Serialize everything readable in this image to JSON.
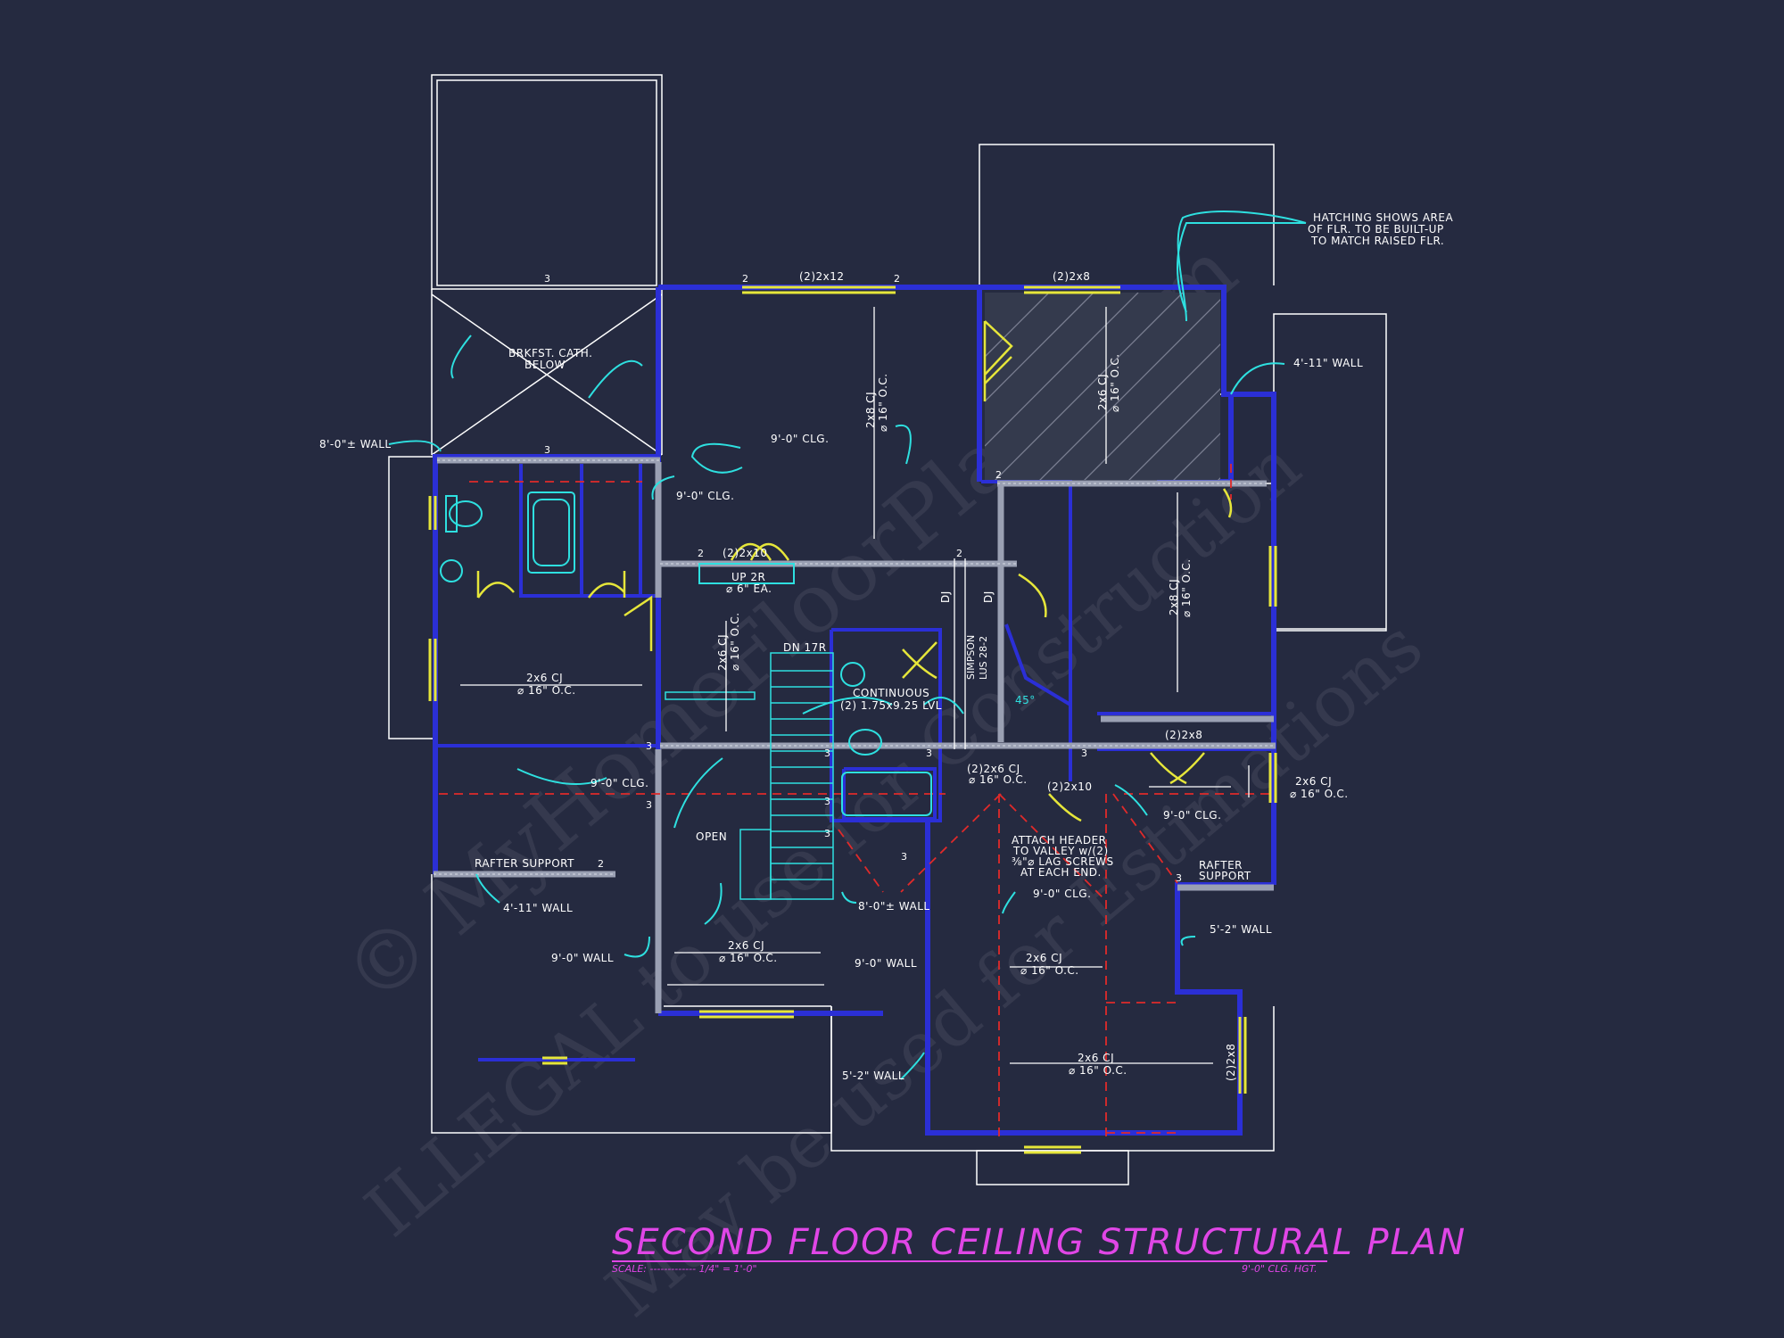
{
  "title": "SECOND FLOOR CEILING STRUCTURAL PLAN",
  "scale_label": "SCALE: ------------- 1/4\" = 1'-0\"",
  "ceiling_height": "9'-0\" CLG. HGT.",
  "watermark": {
    "line1": "© MyHomeFloorPlans.com",
    "line2": "ILLEGAL to use for Construction",
    "line3": "May be used for Estimations"
  },
  "notes": {
    "hatching": [
      "HATCHING SHOWS AREA",
      "OF FLR. TO BE BUILT-UP",
      "TO MATCH RAISED FLR."
    ],
    "brkfst": [
      "BRKFST. CATH.",
      "BELOW"
    ],
    "continuous": [
      "CONTINUOUS",
      "(2) 1.75x9.25 LVL"
    ],
    "attach_header": [
      "ATTACH HEADER",
      "TO VALLEY w/(2)",
      "⅜\"⌀ LAG SCREWS",
      "AT EACH END."
    ],
    "simpson": [
      "SIMPSON",
      "LUS 28-2"
    ],
    "rafter_support_left": "RAFTER SUPPORT",
    "rafter_support_right": [
      "RAFTER",
      "SUPPORT"
    ],
    "open": "OPEN",
    "up_2r": [
      "UP 2R",
      "⌀ 6\" EA."
    ],
    "dn_17r": "DN 17R",
    "angle_45": "45°"
  },
  "walls": {
    "w_8_0_left": "8'-0\"± WALL",
    "w_4_11_top": "4'-11\" WALL",
    "w_4_11_left": "4'-11\" WALL",
    "w_9_0_left": "9'-0\" WALL",
    "w_9_0_mid": "9'-0\" WALL",
    "w_8_0_mid": "8'-0\"± WALL",
    "w_5_2_bottom": "5'-2\" WALL",
    "w_5_2_right": "5'-2\" WALL"
  },
  "ceilings": {
    "clg_top_mid": "9'-0\" CLG.",
    "clg_bath": "9'-0\" CLG.",
    "clg_left": "9'-0\" CLG.",
    "clg_right": "9'-0\" CLG.",
    "clg_bottom_right": "9'-0\" CLG."
  },
  "joists": {
    "cj_2x8_top": [
      "2x8 CJ",
      "⌀ 16\" O.C."
    ],
    "cj_2x6_hatch": [
      "2x6 CJ",
      "⌀ 16\" O.C."
    ],
    "cj_2x8_right": [
      "2x8 CJ",
      "⌀ 16\" O.C."
    ],
    "cj_2x6_left": [
      "2x6 CJ",
      "⌀ 16\" O.C."
    ],
    "cj_2x6_stair": [
      "2x6 CJ",
      "⌀ 16\" O.C."
    ],
    "cj_2x6_bottom_mid": [
      "2x6 CJ",
      "⌀ 16\" O.C."
    ],
    "cj_2x6_bottom_right1": [
      "2x6 CJ",
      "⌀ 16\" O.C."
    ],
    "cj_2x6_bottom_right2": [
      "2x6 CJ",
      "⌀ 16\" O.C."
    ],
    "cj_2x6_far_right": [
      "2x6 CJ",
      "⌀ 16\" O.C."
    ],
    "cj_2_2x6": [
      "(2)2x6 CJ",
      "⌀ 16\" O.C."
    ],
    "dj1": "DJ",
    "dj2": "DJ"
  },
  "headers": {
    "h_2x12": "(2)2x12",
    "h_2x8_top": "(2)2x8",
    "h_2x10_top": "(2)2x10",
    "h_2x8_right": "(2)2x8",
    "h_2x10_mid": "(2)2x10",
    "h_2x8_vertical": "(2)2x8"
  },
  "post_marks": [
    "3",
    "2",
    "2",
    "3",
    "2",
    "2",
    "2",
    "3",
    "3",
    "3",
    "3",
    "3",
    "3",
    "3",
    "2",
    "3",
    "3"
  ]
}
